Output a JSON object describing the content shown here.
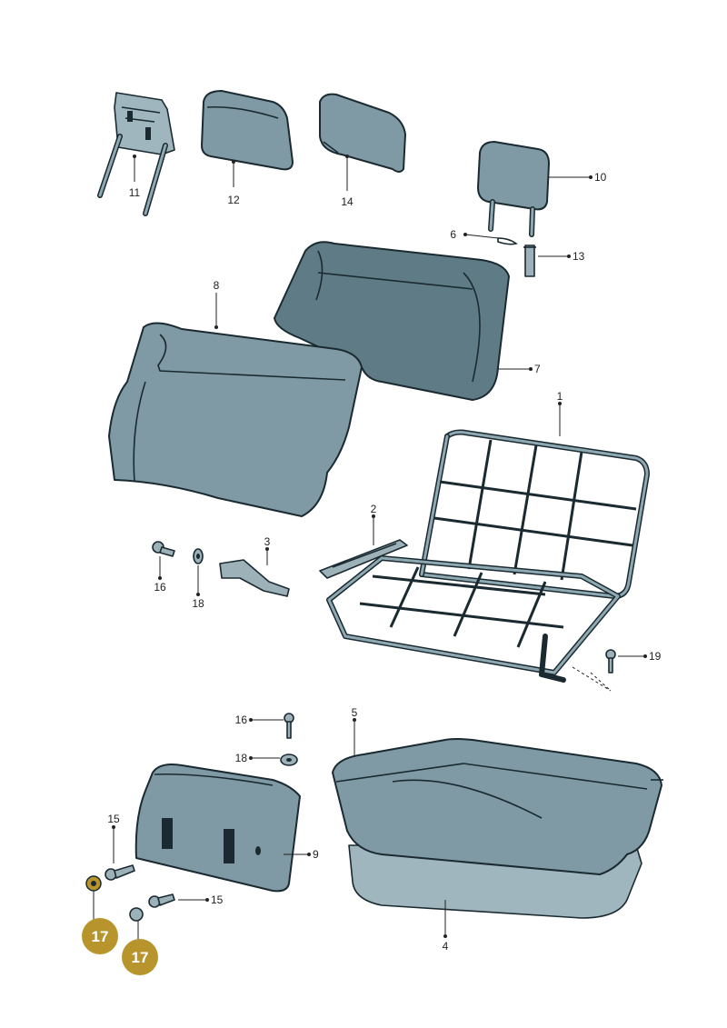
{
  "diagram": {
    "callouts": {
      "p1": "1",
      "p2": "2",
      "p3": "3",
      "p4": "4",
      "p5": "5",
      "p6": "6",
      "p7": "7",
      "p8": "8",
      "p9": "9",
      "p10": "10",
      "p11": "11",
      "p12": "12",
      "p13": "13",
      "p14": "14",
      "p15a": "15",
      "p15b": "15",
      "p16a": "16",
      "p16b": "16",
      "p18a": "18",
      "p18b": "18",
      "p19": "19"
    },
    "highlight_badges": {
      "b17a": "17",
      "b17b": "17"
    },
    "colors": {
      "part_fill": "#7f9aa5",
      "outline": "#1a2a30",
      "badge": "#b8952c"
    }
  }
}
